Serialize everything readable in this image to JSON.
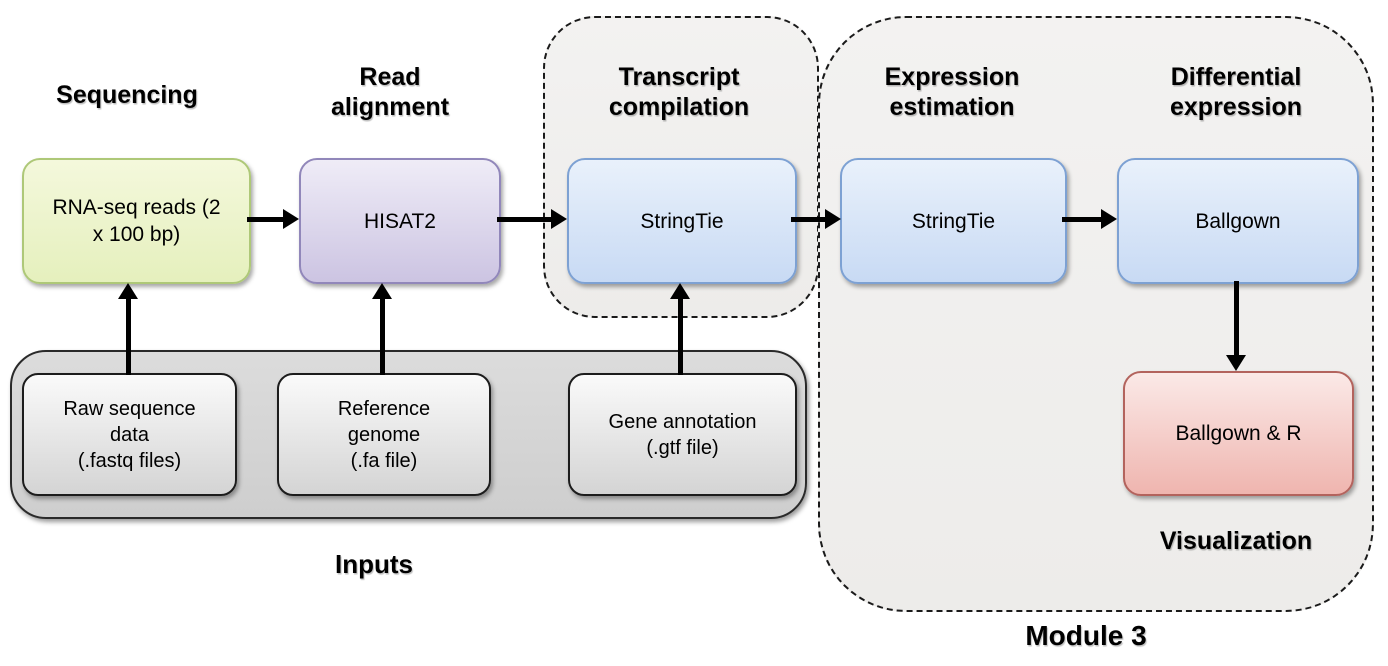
{
  "headings": {
    "sequencing": "Sequencing",
    "read_alignment": "Read\nalignment",
    "transcript_compilation": "Transcript\ncompilation",
    "expression_estimation": "Expression\nestimation",
    "differential_expression": "Differential\nexpression",
    "visualization": "Visualization",
    "inputs": "Inputs",
    "module": "Module 3"
  },
  "boxes": {
    "rna_seq_reads": "RNA-seq reads (2\nx 100 bp)",
    "hisat2": "HISAT2",
    "stringtie_compilation": "StringTie",
    "stringtie_estimation": "StringTie",
    "ballgown": "Ballgown",
    "ballgown_r": "Ballgown & R",
    "raw_sequence_data": "Raw sequence\ndata\n(.fastq files)",
    "reference_genome": "Reference\ngenome\n(.fa file)",
    "gene_annotation": "Gene annotation\n(.gtf file)"
  },
  "colors": {
    "sequencing_box_fill": "#e8f2c4",
    "sequencing_box_border": "#aec878",
    "alignment_box_fill": "#d8d1e9",
    "alignment_box_border": "#9187ba",
    "tool_box_fill": "#d2e0f6",
    "tool_box_border": "#7da1d3",
    "visualization_box_fill": "#f2bfb9",
    "visualization_box_border": "#b3635d",
    "input_box_fill": "#e4e4e4",
    "input_box_border": "#1c1c1c",
    "inputs_container_fill": "#d4d4d4",
    "dashed_container_fill": "#f0efee",
    "dashed_border": "#1a1a1a",
    "arrow": "#000000",
    "text": "#000000",
    "background": "#ffffff"
  }
}
